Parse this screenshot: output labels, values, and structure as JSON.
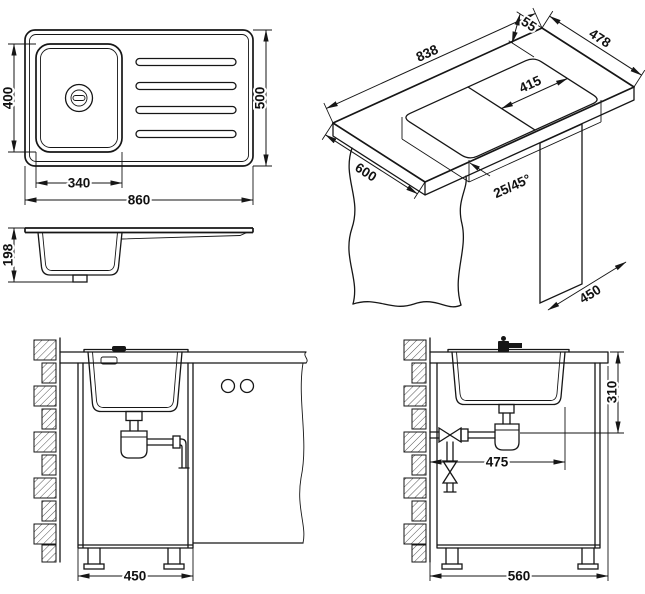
{
  "drawing": {
    "plan": {
      "bowl_depth": "400",
      "bowl_width": "340",
      "total_length": "860",
      "total_depth": "500"
    },
    "profile": {
      "bowl_height": "198"
    },
    "iso": {
      "rim_offset": "55",
      "cutout_width": "478",
      "cutout_length": "838",
      "bowl_cutout": "415",
      "worktop_depth": "600",
      "edge_chamfer": "25/45°",
      "cabinet_width": "450"
    },
    "front_section": {
      "cabinet_width": "450"
    },
    "side_section": {
      "drain_height": "310",
      "drain_offset": "475",
      "cabinet_depth": "560"
    }
  }
}
